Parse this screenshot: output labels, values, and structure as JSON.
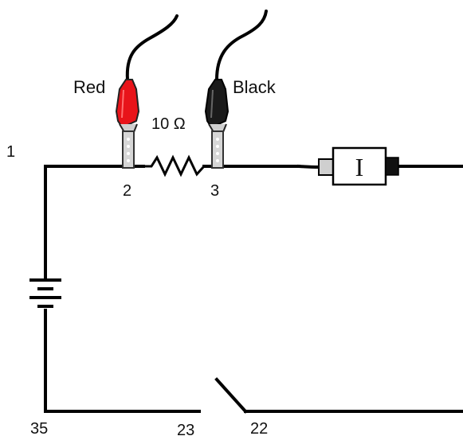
{
  "diagram": {
    "labels": {
      "red_clip": "Red",
      "black_clip": "Black",
      "resistor": "10 Ω",
      "meter_symbol": "I"
    },
    "node_labels": {
      "n1": "1",
      "n2": "2",
      "n3": "3",
      "n35": "35",
      "n23": "23",
      "n22": "22"
    },
    "components": {
      "resistor_value": "10 Ω",
      "meter": "current-meter",
      "battery": "battery",
      "switch": "open-switch"
    },
    "colors": {
      "red_clip": "#e8141a",
      "black_clip": "#1a1a1a",
      "wire": "#000000",
      "probe_tip": "#c8c8c8"
    }
  }
}
